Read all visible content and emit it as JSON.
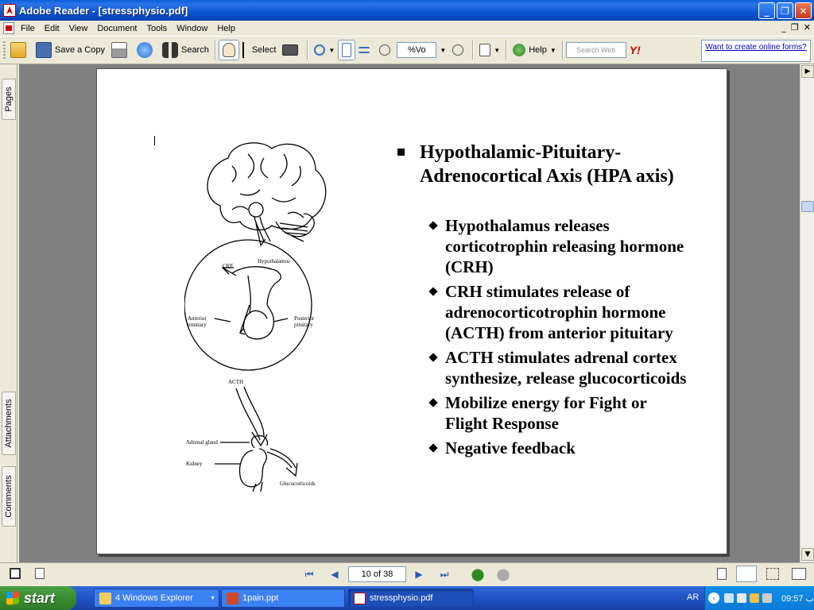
{
  "window": {
    "title": "Adobe Reader - [stressphysio.pdf]",
    "buttons": {
      "minimize": "_",
      "maximize": "❐",
      "close": "✕"
    }
  },
  "menu": {
    "items": [
      "File",
      "Edit",
      "View",
      "Document",
      "Tools",
      "Window",
      "Help"
    ],
    "mdi_buttons": {
      "minimize": "_",
      "restore": "❐",
      "close": "✕"
    }
  },
  "toolbar": {
    "save_copy": "Save a Copy",
    "search": "Search",
    "select": "Select",
    "zoom_value": "%Vo",
    "help": "Help",
    "search_web_placeholder": "Search Web",
    "promo": "Want to create online forms?"
  },
  "side_tabs": {
    "pages": "Pages",
    "attachments": "Attachments",
    "comments": "Comments"
  },
  "slide": {
    "title": "Hypothalamic-Pituitary-Adrenocortical Axis (HPA axis)",
    "bullets": [
      "Hypothalamus releases corticotrophin releasing hormone (CRH)",
      "CRH stimulates release of adrenocorticotrophin hormone (ACTH) from anterior pituitary",
      "ACTH stimulates adrenal cortex synthesize, release glucocorticoids",
      "Mobilize energy for Fight or Flight Response",
      "Negative feedback"
    ],
    "figure_labels": {
      "crf": "CRF",
      "hypothalamus": "Hypothalamus",
      "anterior_pituitary": [
        "Anterior",
        "pituitary"
      ],
      "posterior_pituitary": [
        "Posterior",
        "pituitary"
      ],
      "acth": "ACTH",
      "adrenal_gland": "Adrenal gland",
      "kidney": "Kidney",
      "glucocorticoids": "Glucocorticoids"
    }
  },
  "status": {
    "page_indicator": "10 of 38"
  },
  "taskbar": {
    "start": "start",
    "tasks": [
      {
        "label": "4 Windows Explorer",
        "active": false
      },
      {
        "label": "1pain.ppt",
        "active": false
      },
      {
        "label": "stressphysio.pdf",
        "active": true
      }
    ],
    "language": "AR",
    "clock": "09:57 ب"
  }
}
